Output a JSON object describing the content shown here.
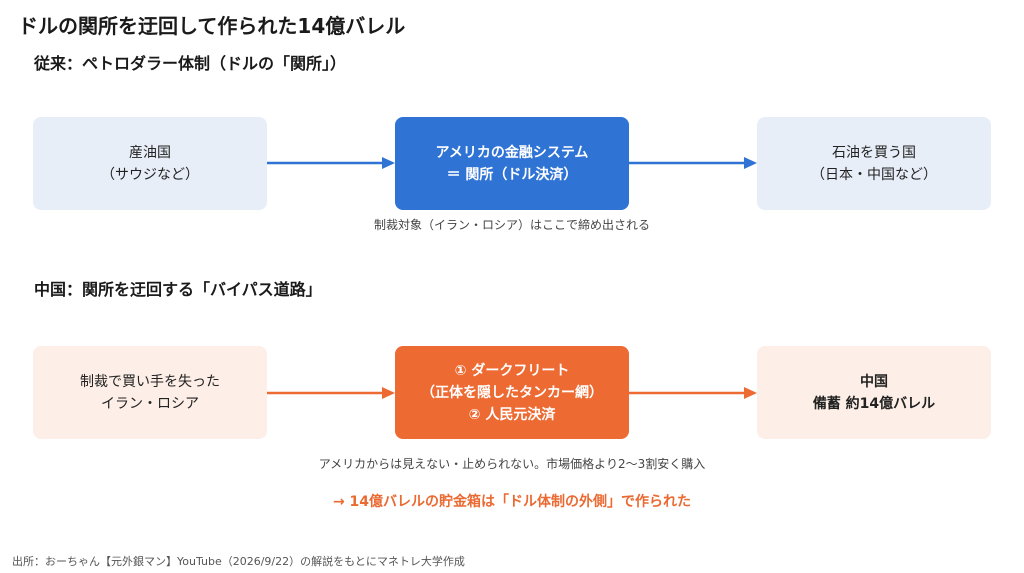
{
  "title": "ドルの関所を迂回して作られた14億バレル",
  "section1": {
    "heading": "従来：ペトロダラー体制（ドルの「関所」）",
    "left": [
      "産油国",
      "（サウジなど）"
    ],
    "center": [
      "アメリカの金融システム",
      "＝ 関所（ドル決済）"
    ],
    "right": [
      "石油を買う国",
      "（日本・中国など）"
    ],
    "note": "制裁対象（イラン・ロシア）はここで締め出される"
  },
  "section2": {
    "heading": "中国：関所を迂回する「バイパス道路」",
    "left": [
      "制裁で買い手を失った",
      "イラン・ロシア"
    ],
    "center": [
      "① ダークフリート",
      "（正体を隠したタンカー網）",
      "② 人民元決済"
    ],
    "right": [
      "中国",
      "備蓄 約14億バレル"
    ],
    "note": "アメリカからは見えない・止められない。市場価格より2〜3割安く購入"
  },
  "conclusion": "→ 14億バレルの貯金箱は「ドル体制の外側」で作られた",
  "source": "出所：おーちゃん【元外銀マン】YouTube（2026/9/22）の解説をもとにマネトレ大学作成",
  "colors": {
    "blue_accent": "#2f73d4",
    "blue_light": "#e8eef8",
    "orange_accent": "#ed6a32",
    "peach": "#fdeee7"
  }
}
